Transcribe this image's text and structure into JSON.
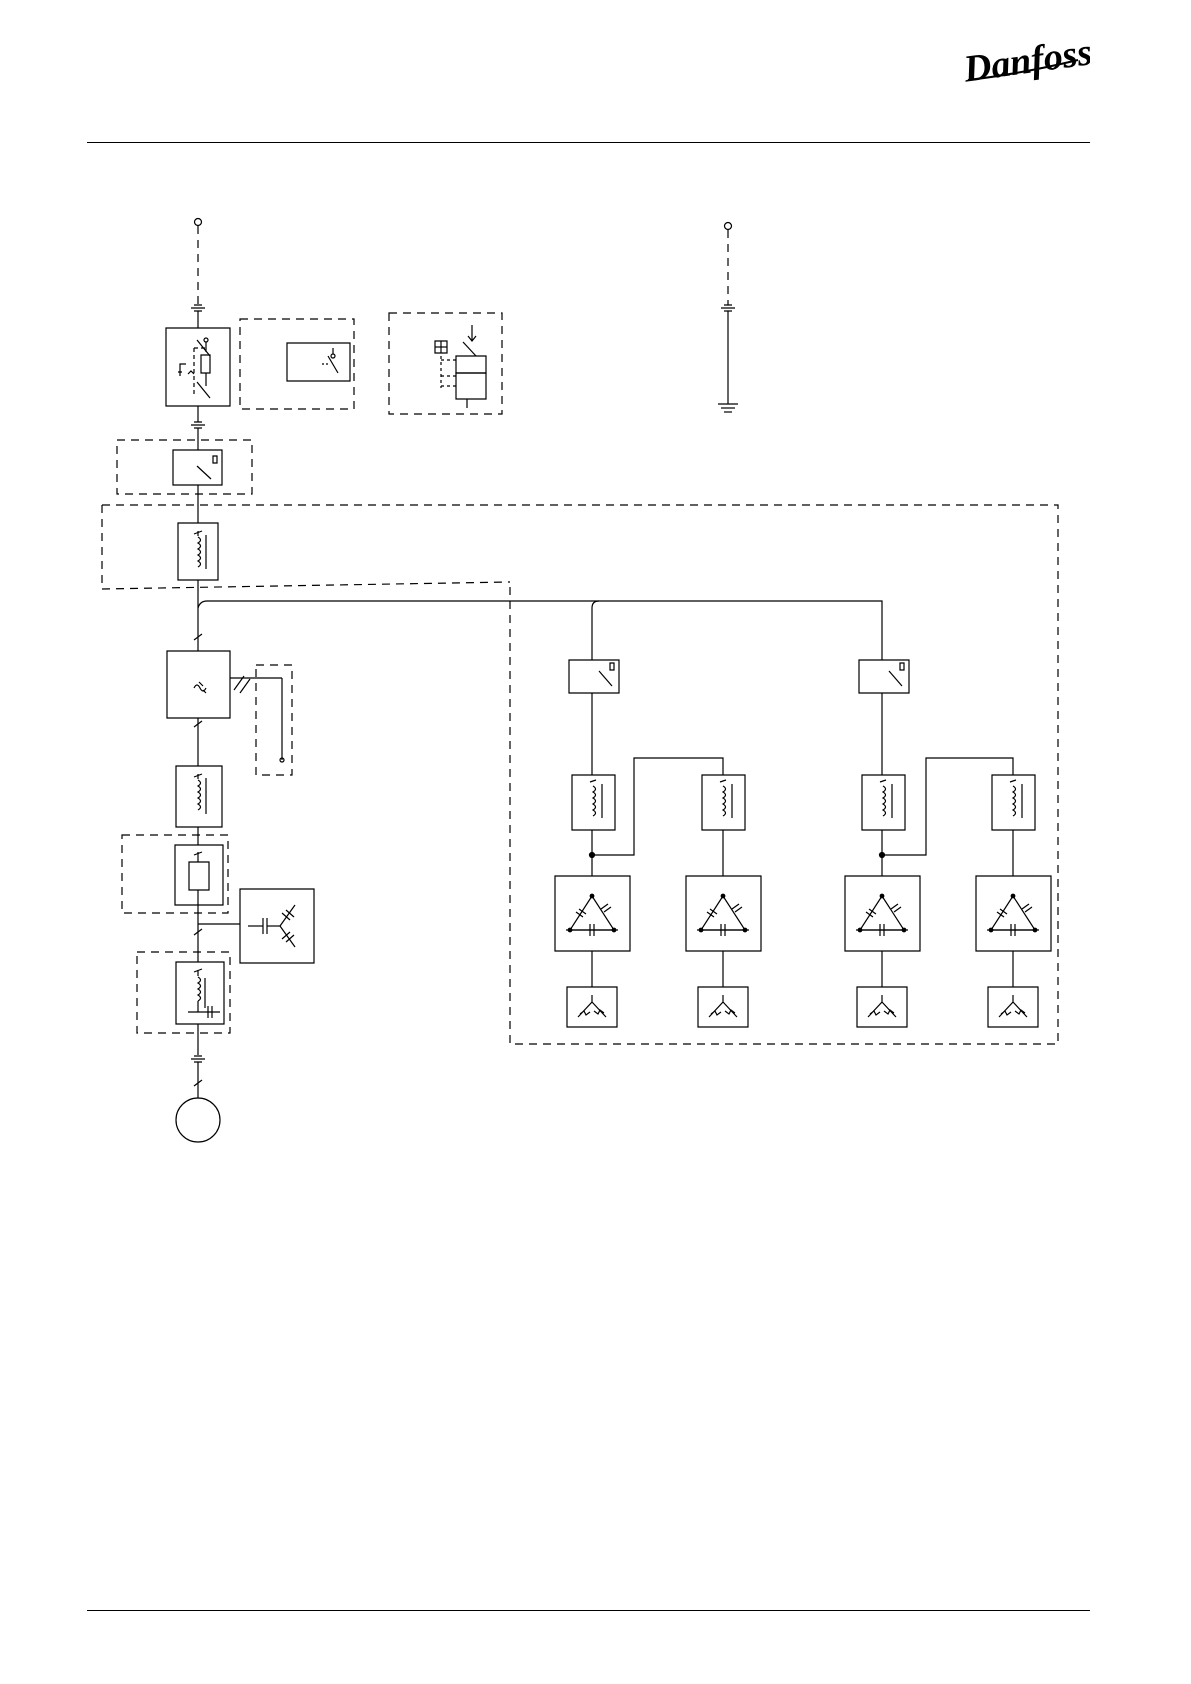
{
  "header": {
    "logo_text": "Danfoss"
  },
  "colors": {
    "ink": "#000000",
    "dash_gray": "#8c8c8c"
  },
  "diagram": {
    "elements": [
      "supply-terminal",
      "isolator-fuse-switch",
      "protection-relay-box",
      "interlock-box",
      "circuit-breaker",
      "transformer",
      "frequency-converter",
      "output-reactor",
      "sine-filter",
      "capacitor-bank",
      "dv-dt-filter",
      "motor",
      "earth-terminal",
      "earth-symbol",
      "branch-breaker-1",
      "branch-breaker-2",
      "branch-reactor-1a",
      "branch-reactor-1b",
      "branch-reactor-2a",
      "branch-reactor-2b",
      "delta-capacitor-1",
      "delta-capacitor-2",
      "delta-capacitor-3",
      "delta-capacitor-4",
      "load-1",
      "load-2",
      "load-3",
      "load-4"
    ]
  }
}
